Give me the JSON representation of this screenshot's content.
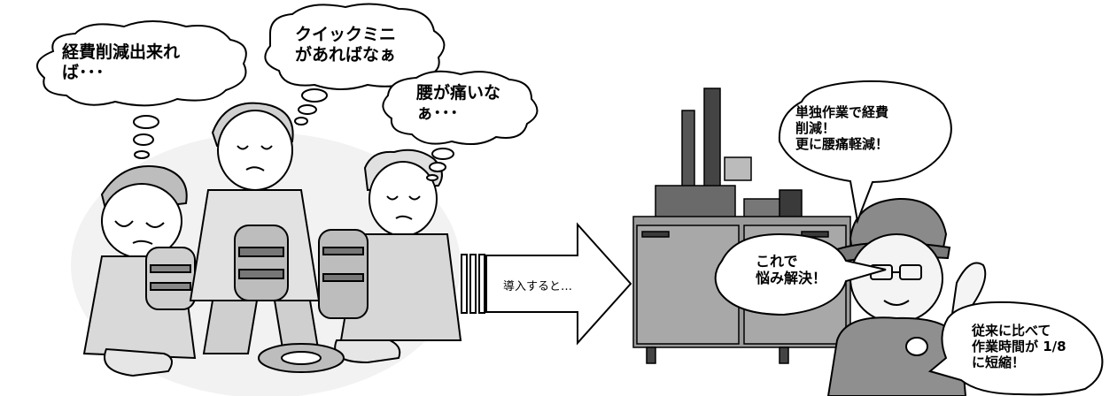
{
  "thoughts": {
    "cost": [
      "経費削減出来れ",
      "ば･･･"
    ],
    "quick_mini": [
      "クイックミニ",
      "があればなぁ"
    ],
    "back": [
      "腰が痛いな",
      "ぁ･･･"
    ]
  },
  "arrow_label": "導入すると…",
  "speech": {
    "solo_work": [
      "単独作業で経費",
      "削減！",
      "更に腰痛軽減！"
    ],
    "solved": [
      "これで",
      "悩み解決！"
    ],
    "time_cut": [
      "従来に比べて",
      "作業時間が 1/8",
      "に短縮！"
    ]
  },
  "colors": {
    "line": "#000000",
    "fill": "#ffffff",
    "cap": "#8a8a8a",
    "machine_body": "#9a9a9a",
    "machine_dark": "#3a3a3a"
  }
}
